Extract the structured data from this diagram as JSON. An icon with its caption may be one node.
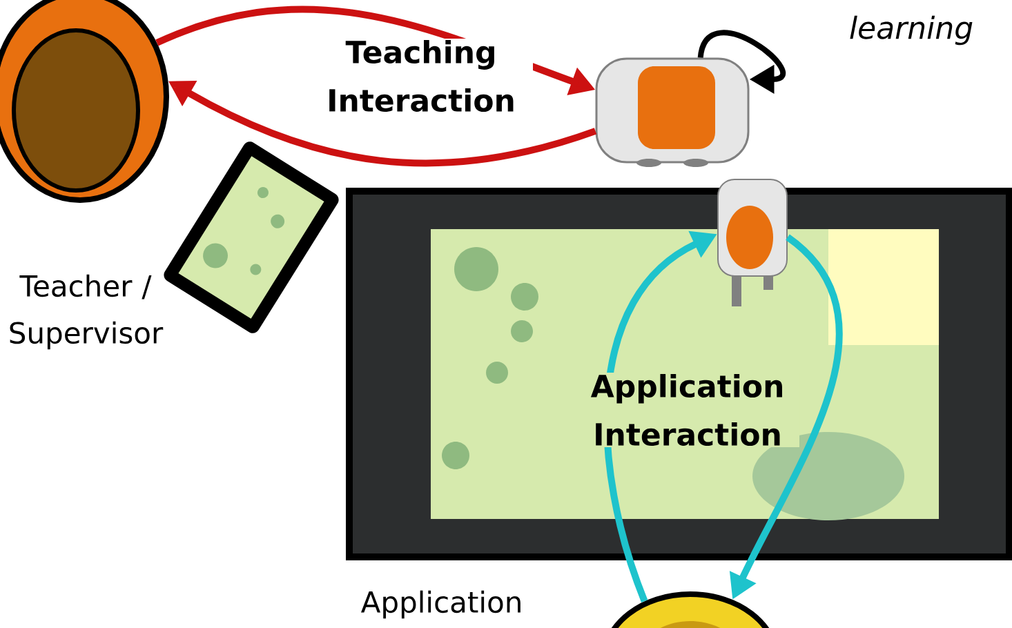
{
  "diagram": {
    "nodes": [
      {
        "text": [],
        "shape": "person"
      },
      {
        "text": [],
        "shape": "picture"
      },
      {
        "text": [],
        "shape": "picture"
      },
      {
        "text": [],
        "shape": "picture"
      },
      {
        "text": [],
        "shape": "picture",
        "in": 3
      },
      {
        "text": [],
        "shape": "person"
      }
    ],
    "edges": [
      {
        "from": 0,
        "to": 2,
        "arrow": "to",
        "label": "Teaching Interaction",
        "color": "#cc1111"
      },
      {
        "from": 2,
        "to": 0,
        "arrow": "to",
        "color": "#cc1111"
      },
      {
        "from": 2,
        "to": 2,
        "arrow": "to",
        "label": "learning",
        "color": "#000000"
      },
      {
        "from": 5,
        "to": 4,
        "arrow": "to",
        "label": "Application Interaction",
        "color": "#1ec3cc"
      },
      {
        "from": 4,
        "to": 5,
        "arrow": "to",
        "color": "#1ec3cc"
      }
    ],
    "labels": [
      "Teacher / Supervisor",
      "Application"
    ]
  }
}
